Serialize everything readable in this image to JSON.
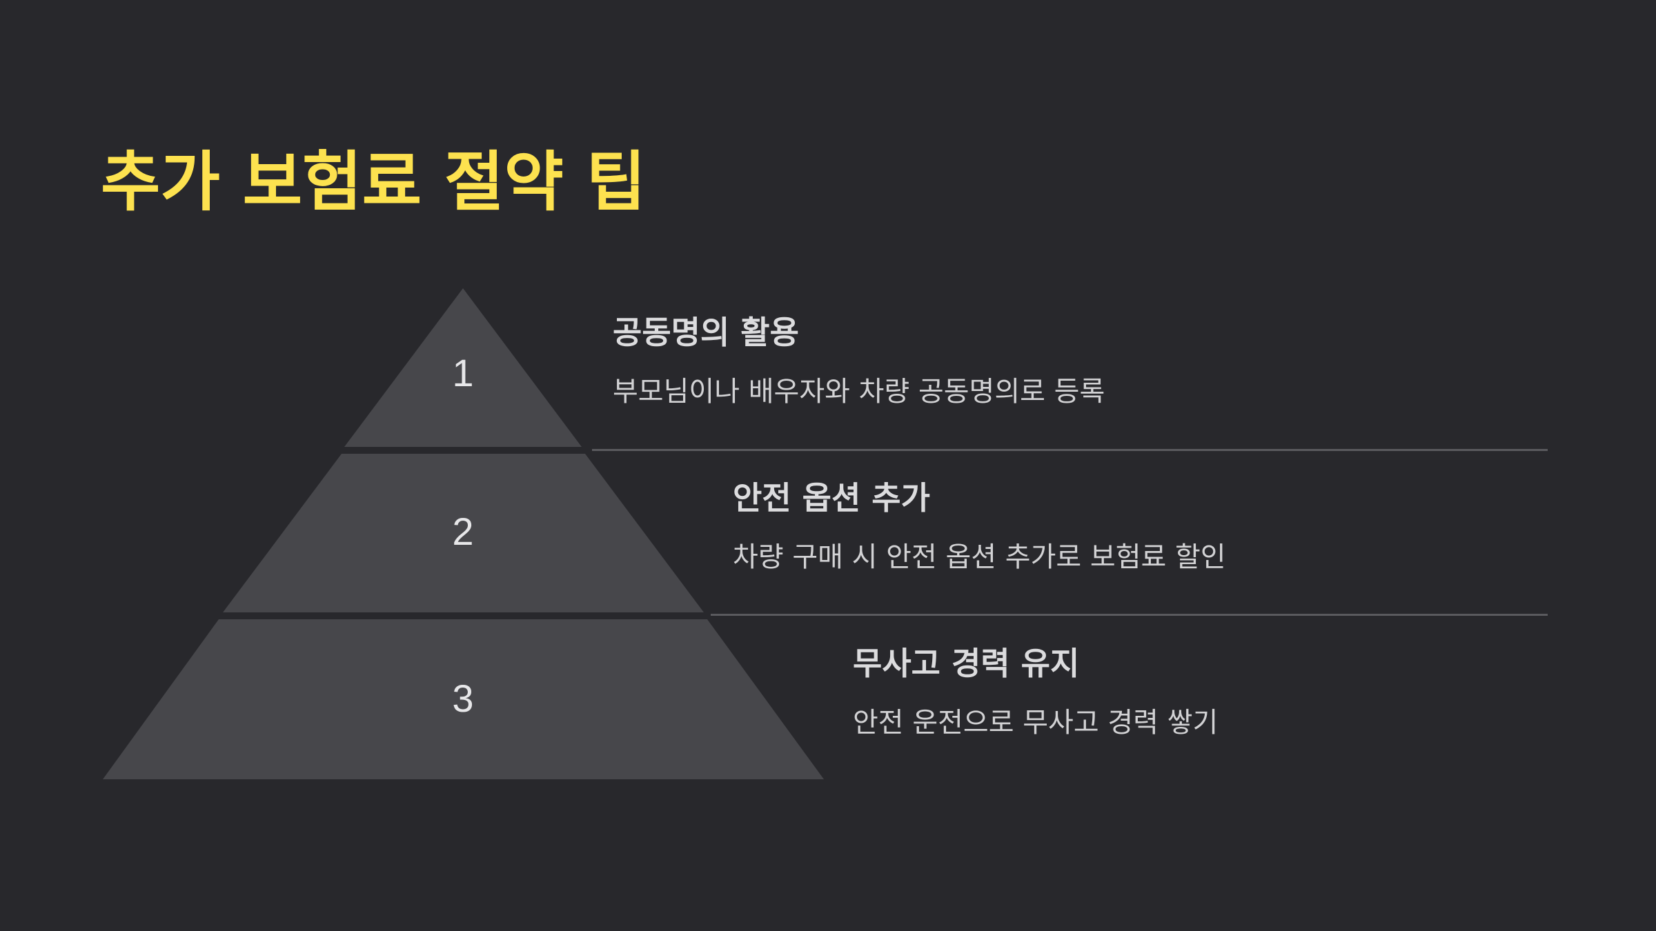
{
  "title": "추가 보험료 절약 팁",
  "colors": {
    "background": "#28282c",
    "title": "#fde24f",
    "pyramid_fill": "#47474b",
    "divider": "#5a5a5e",
    "text": "#dcdcde"
  },
  "levels": [
    {
      "number": "1",
      "title": "공동명의 활용",
      "description": "부모님이나 배우자와 차량 공동명의로 등록"
    },
    {
      "number": "2",
      "title": "안전 옵션 추가",
      "description": "차량 구매 시 안전 옵션 추가로 보험료 할인"
    },
    {
      "number": "3",
      "title": "무사고 경력 유지",
      "description": "안전 운전으로 무사고 경력 쌓기"
    }
  ]
}
